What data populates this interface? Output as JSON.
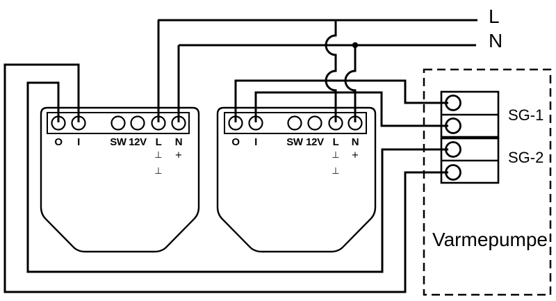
{
  "diagram": {
    "background_color": "#ffffff",
    "wire_color": "#000000",
    "supply": {
      "line_label": "L",
      "neutral_label": "N"
    },
    "relays": [
      {
        "id": "relay-1",
        "terminals": [
          "O",
          "I",
          "SW",
          "12V",
          "L",
          "N"
        ],
        "markings": [
          "⊥",
          "+",
          "⊥"
        ]
      },
      {
        "id": "relay-2",
        "terminals": [
          "O",
          "I",
          "SW",
          "12V",
          "L",
          "N"
        ],
        "markings": [
          "⊥",
          "+",
          "⊥"
        ]
      }
    ],
    "heat_pump": {
      "name": "Varmepumpe",
      "signal_inputs": [
        "SG-1",
        "SG-2"
      ]
    }
  }
}
